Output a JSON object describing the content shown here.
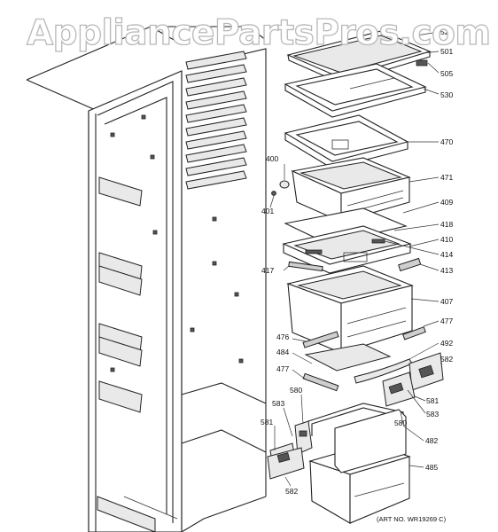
{
  "watermark": "AppliancePartsPros.com",
  "art_number": "(ART NO. WR19269 C)",
  "part_labels": [
    "525",
    "501",
    "505",
    "530",
    "470",
    "400",
    "471",
    "401",
    "409",
    "418",
    "410",
    "414",
    "417",
    "413",
    "407",
    "477",
    "476",
    "492",
    "484",
    "582",
    "477",
    "580",
    "583",
    "581",
    "580",
    "583",
    "482",
    "581",
    "485",
    "582"
  ]
}
